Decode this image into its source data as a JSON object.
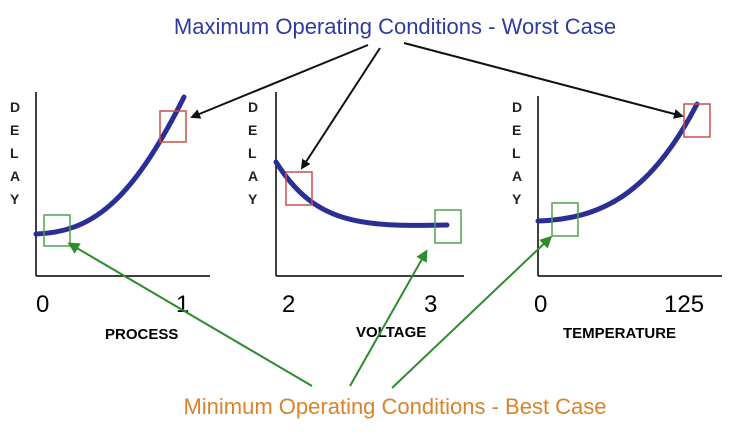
{
  "title_top": "Maximum Operating Conditions - Worst Case",
  "title_bottom": "Minimum Operating Conditions - Best Case",
  "colors": {
    "title_top": "#2f3aa0",
    "title_bottom": "#d9832b",
    "curve": "#2b2f95",
    "worst_box": "#c8504a",
    "best_box": "#4ea24e",
    "worst_arrow": "#111111",
    "best_arrow": "#2e8b2e"
  },
  "panels": [
    {
      "id": "process",
      "ylabel": "DELAY",
      "x_min": "0",
      "x_max": "1",
      "xlabel": "PROCESS",
      "trend": "increasing"
    },
    {
      "id": "voltage",
      "ylabel": "DELAY",
      "x_min": "2",
      "x_max": "3",
      "xlabel": "VOLTAGE",
      "trend": "decreasing"
    },
    {
      "id": "temperature",
      "ylabel": "DELAY",
      "x_min": "0",
      "x_max": "125",
      "xlabel": "TEMPERATURE",
      "trend": "increasing"
    }
  ]
}
